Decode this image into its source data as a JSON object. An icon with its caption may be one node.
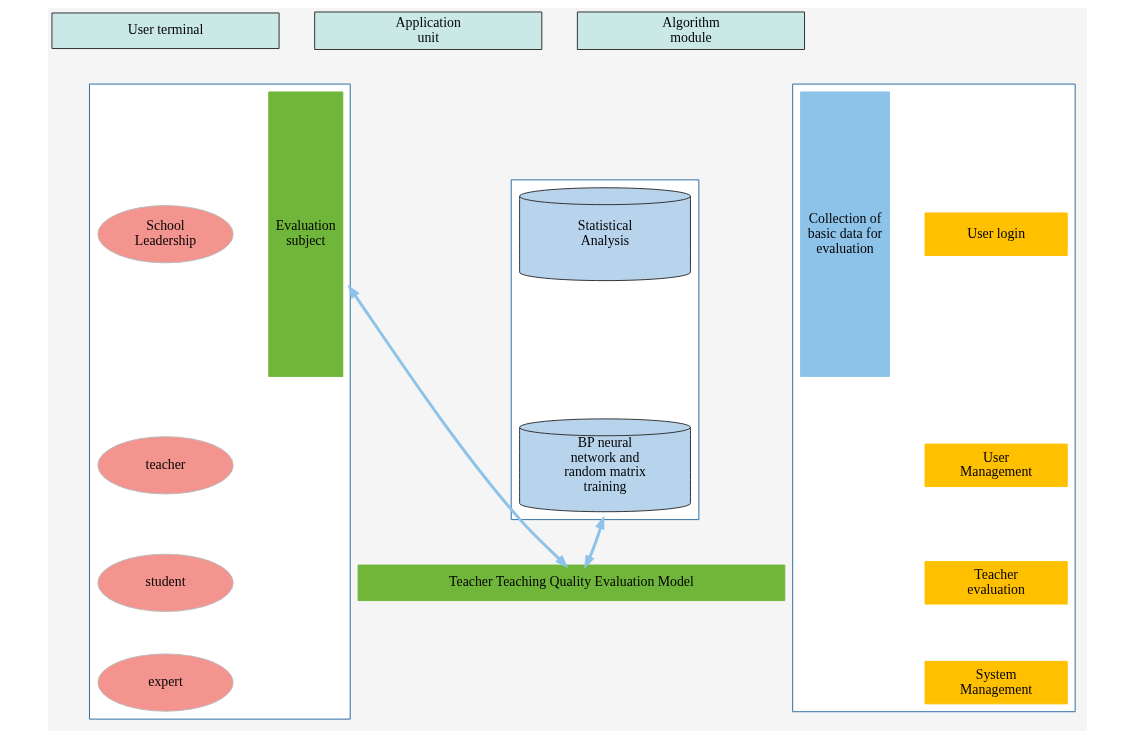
{
  "diagram": {
    "nodes": [
      {
        "text": [
          "User terminal"
        ]
      },
      {
        "text": [
          "Application unit"
        ]
      },
      {
        "text": [
          "Algorithm module"
        ]
      },
      {
        "text": [],
        "shape": "box"
      },
      {
        "text": [
          "School Leadership"
        ],
        "in": 3
      },
      {
        "text": [
          "teacher"
        ],
        "in": 3
      },
      {
        "text": [
          "student"
        ],
        "in": 3
      },
      {
        "text": [
          "expert"
        ],
        "in": 3
      },
      {
        "text": [
          "Evaluation subject"
        ],
        "in": 3
      },
      {
        "text": [],
        "shape": "box"
      },
      {
        "text": [
          "User login"
        ],
        "in": 9
      },
      {
        "text": [
          "User Management"
        ],
        "in": 9
      },
      {
        "text": [
          "Teacher evaluation"
        ],
        "in": 9
      },
      {
        "text": [
          "System Management"
        ],
        "in": 9
      },
      {
        "text": [
          "Collection of basic data for evaluation"
        ],
        "in": 9
      },
      {
        "text": [],
        "shape": "box"
      },
      {
        "text": [
          "Statistical Analysis"
        ],
        "in": 15
      },
      {
        "text": [
          "BP neural network and random matrix training"
        ],
        "in": 15
      },
      {
        "text": [
          "Teacher Teaching Quality Evaluation Model"
        ]
      }
    ],
    "edges": [
      {
        "from": 3,
        "to": 18,
        "arrow": "both"
      },
      {
        "from": 15,
        "to": 18,
        "arrow": "both"
      }
    ]
  }
}
